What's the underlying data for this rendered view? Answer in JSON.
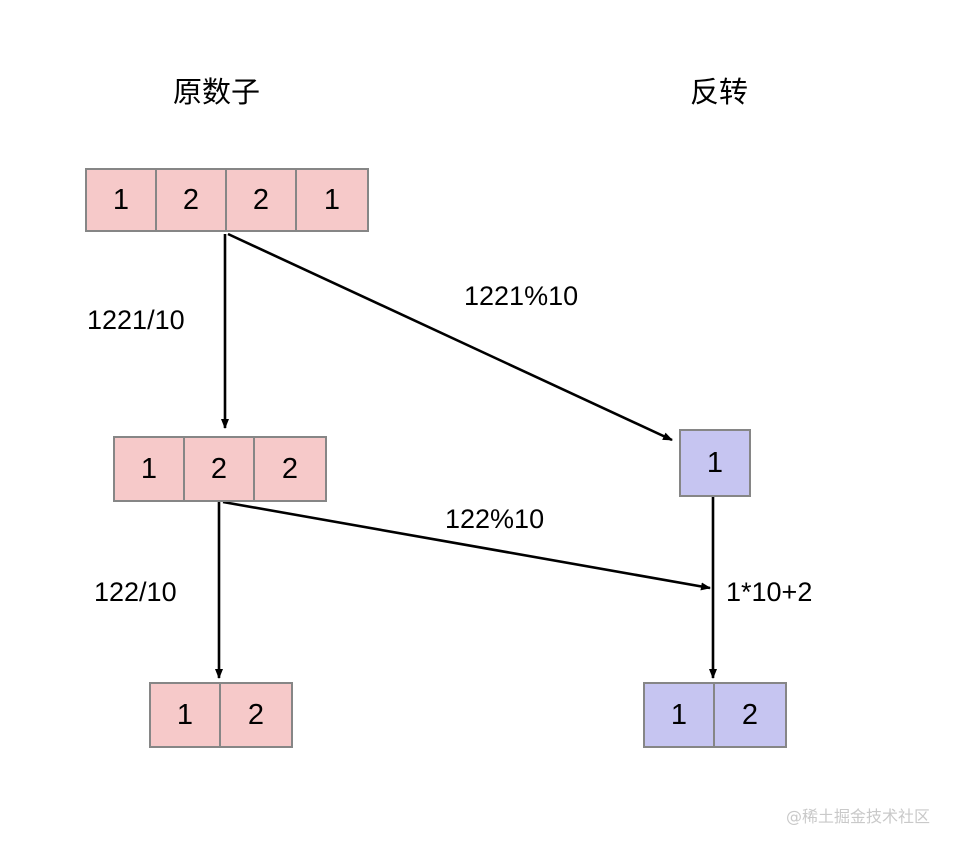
{
  "columns": [
    {
      "title": "原数子"
    },
    {
      "title": "反转"
    }
  ],
  "colors": {
    "pink_fill": "#f6c9c9",
    "blue_fill": "#c6c5f1",
    "box_stroke": "#868686",
    "arrow": "#000000",
    "watermark": "#c9c9c9"
  },
  "nodes": [
    {
      "id": "orig-1221",
      "side": "left",
      "fill": "pink",
      "cells": [
        "1",
        "2",
        "2",
        "1"
      ]
    },
    {
      "id": "orig-122",
      "side": "left",
      "fill": "pink",
      "cells": [
        "1",
        "2",
        "2"
      ]
    },
    {
      "id": "orig-12",
      "side": "left",
      "fill": "pink",
      "cells": [
        "1",
        "2"
      ]
    },
    {
      "id": "rev-1",
      "side": "right",
      "fill": "blue",
      "cells": [
        "1"
      ]
    },
    {
      "id": "rev-12",
      "side": "right",
      "fill": "blue",
      "cells": [
        "1",
        "2"
      ]
    }
  ],
  "edges": [
    {
      "id": "div-1221",
      "label": "1221/10",
      "from": "orig-1221",
      "to": "orig-122"
    },
    {
      "id": "mod-1221",
      "label": "1221%10",
      "from": "orig-1221",
      "to": "rev-1"
    },
    {
      "id": "div-122",
      "label": "122/10",
      "from": "orig-122",
      "to": "orig-12"
    },
    {
      "id": "mod-122",
      "label": "122%10",
      "from": "orig-122",
      "to": "rev-12"
    },
    {
      "id": "build-12",
      "label": "1*10+2",
      "from": "rev-1",
      "to": "rev-12"
    }
  ],
  "watermark": {
    "text": "@稀土掘金技术社区"
  }
}
